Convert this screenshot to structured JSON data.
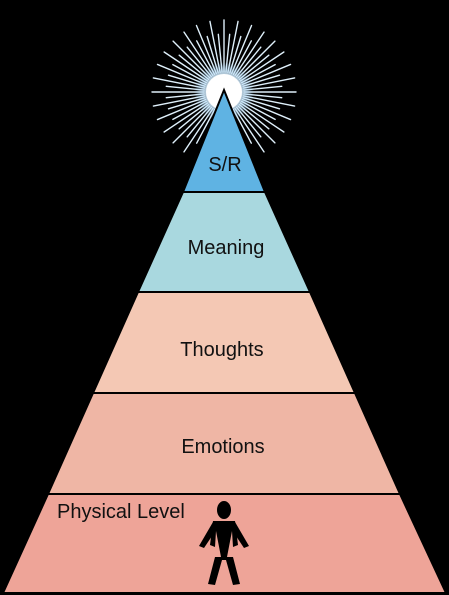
{
  "diagram": {
    "levels": [
      {
        "id": "sr",
        "label": "S/R",
        "color": "#5fb3e3"
      },
      {
        "id": "meaning",
        "label": "Meaning",
        "color": "#a9d8df"
      },
      {
        "id": "thoughts",
        "label": "Thoughts",
        "color": "#f4c8b4"
      },
      {
        "id": "emotions",
        "label": "Emotions",
        "color": "#efb6a5"
      },
      {
        "id": "physical",
        "label": "Physical Level",
        "color": "#eea498"
      }
    ],
    "figure_icon": "person-icon",
    "apex_icon": "sunburst-icon",
    "background_color": "#000000",
    "divider_color": "#000000"
  }
}
